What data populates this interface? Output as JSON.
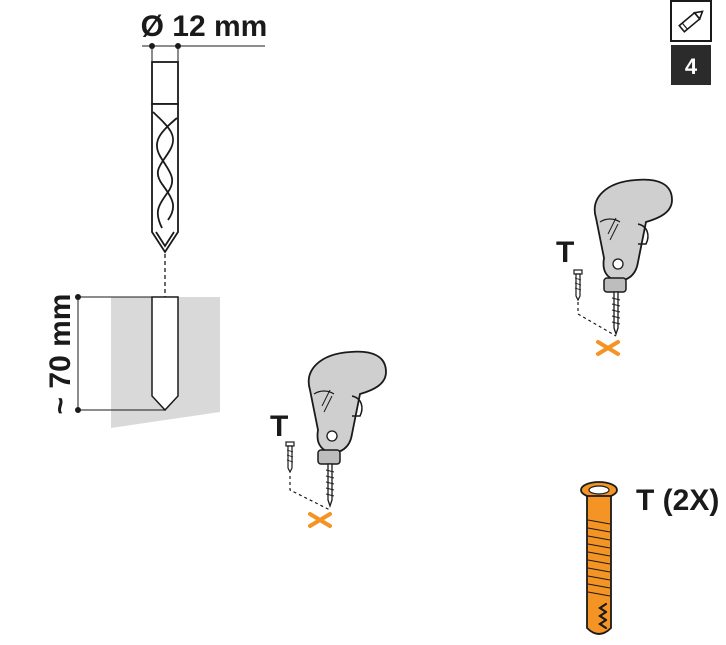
{
  "diameter": {
    "label": "Ø 12 mm"
  },
  "depth": {
    "label": "~ 70 mm"
  },
  "step": {
    "number": "4",
    "icon": "pencil-icon"
  },
  "screw_left": {
    "label": "T"
  },
  "screw_right": {
    "label": "T"
  },
  "anchor": {
    "label": "T (2X)"
  },
  "colors": {
    "accent": "#f39424",
    "wall": "#d9d9d9",
    "tool_body": "#cfcfcf",
    "line": "#1a1a1a"
  }
}
